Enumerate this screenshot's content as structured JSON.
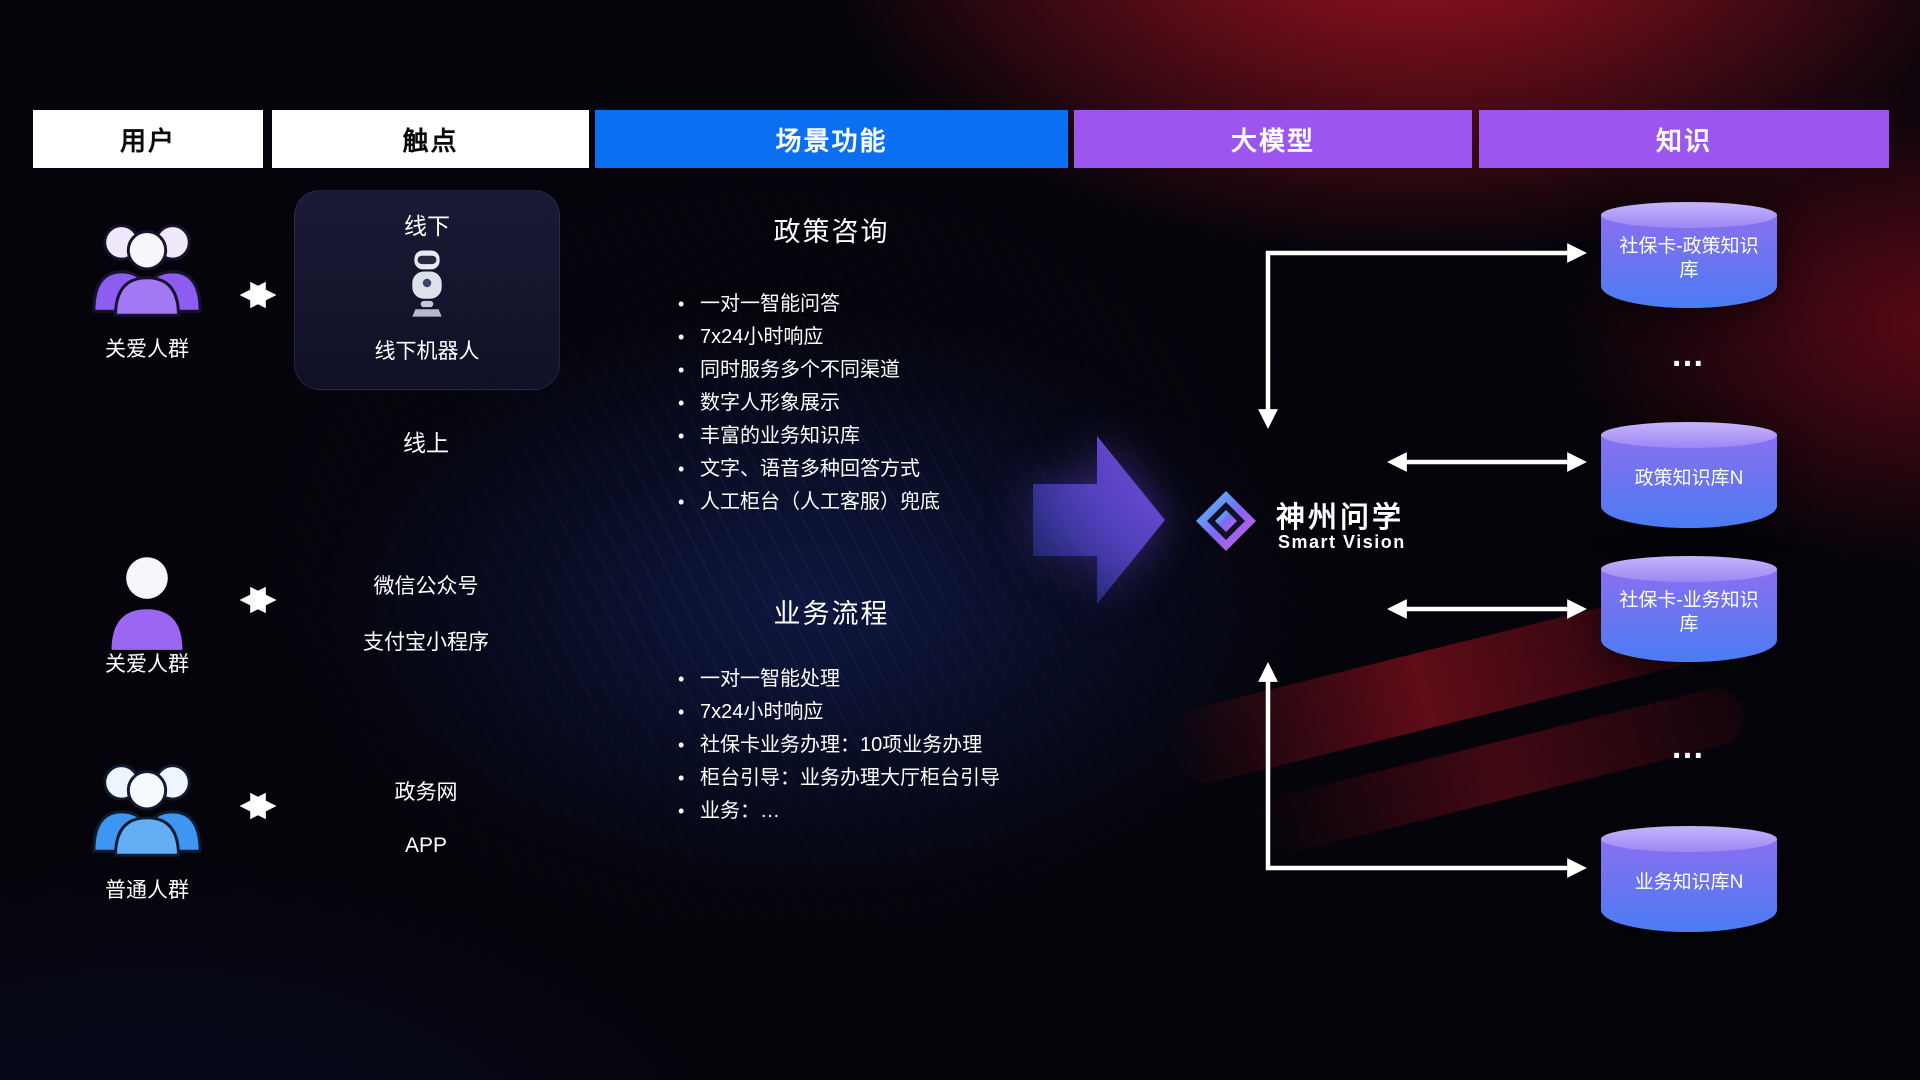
{
  "header": {
    "columns": [
      {
        "label": "用户"
      },
      {
        "label": "触点"
      },
      {
        "label": "场景功能"
      },
      {
        "label": "大模型"
      },
      {
        "label": "知识"
      }
    ]
  },
  "users": {
    "items": [
      {
        "label": "关爱人群",
        "icon": "group-people-purple-icon"
      },
      {
        "label": "关爱人群",
        "icon": "single-person-purple-icon"
      },
      {
        "label": "普通人群",
        "icon": "group-people-blue-icon"
      }
    ]
  },
  "touchpoints": {
    "offline_title": "线下",
    "offline_robot_label": "线下机器人",
    "online": "线上",
    "wechat": "微信公众号",
    "alipay": "支付宝小程序",
    "gov": "政务网",
    "app": "APP"
  },
  "scenes": {
    "policy": {
      "title": "政策咨询",
      "items": [
        "一对一智能问答",
        "7x24小时响应",
        "同时服务多个不同渠道",
        "数字人形象展示",
        "丰富的业务知识库",
        "文字、语音多种回答方式",
        "人工柜台（人工客服）兜底"
      ]
    },
    "process": {
      "title": "业务流程",
      "items": [
        "一对一智能处理",
        "7x24小时响应",
        "社保卡业务办理：10项业务办理",
        "柜台引导：业务办理大厅柜台引导",
        "业务：…"
      ]
    }
  },
  "model": {
    "name": "神州问学",
    "subtitle": "Smart Vision",
    "icon": "gem-diamond-logo-icon"
  },
  "knowledge": {
    "db1": "社保卡-政策知识库",
    "ellipsis1": "…",
    "db2": "政策知识库N",
    "db3": "社保卡-业务知识库",
    "ellipsis2": "…",
    "db4": "业务知识库N"
  },
  "colors": {
    "header_blue": "#0a6ff0",
    "header_purple": "#9d55f0",
    "cylinder_top": "#c6b5fa",
    "cylinder_purple": "#8a70f2",
    "cylinder_blue": "#4b7cf3",
    "arrow_white": "#ffffff",
    "background_red": "#cd1626",
    "background_navy": "#1c308a"
  }
}
